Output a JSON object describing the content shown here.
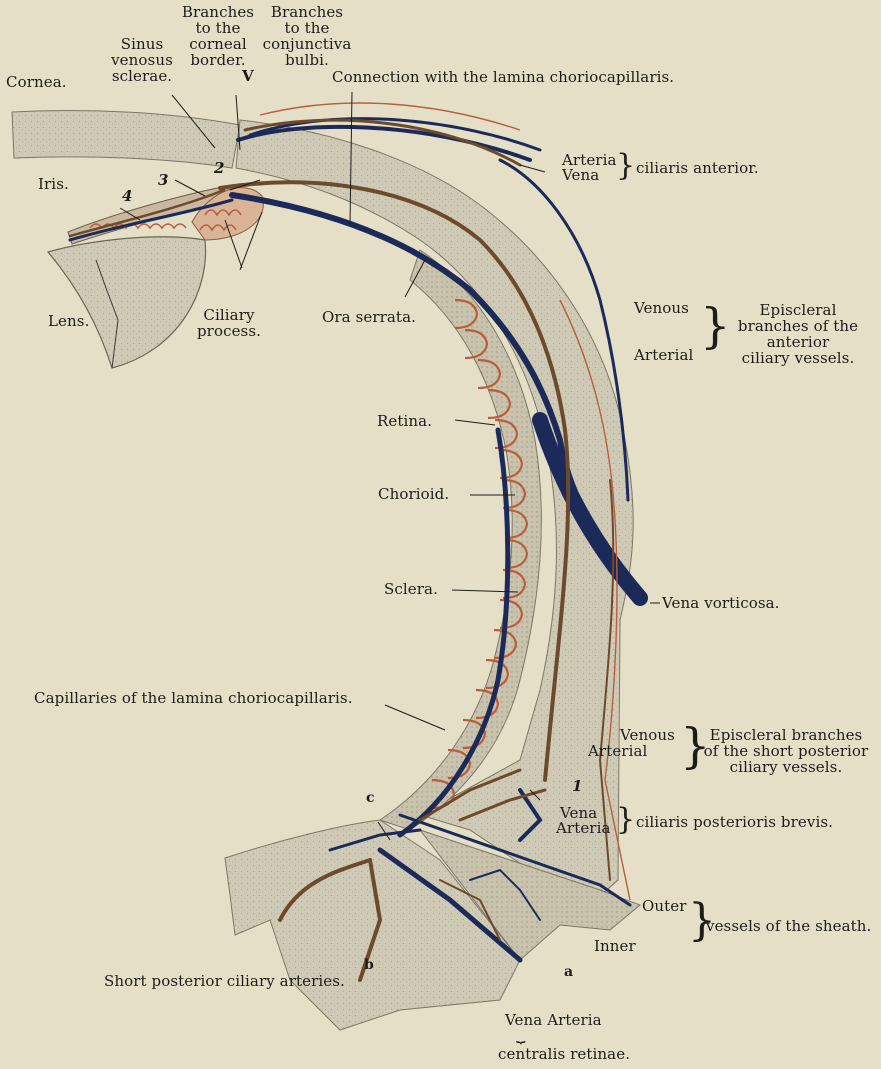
{
  "labels": {
    "branches_corneal": [
      "Branches",
      "to the",
      "corneal",
      "border."
    ],
    "branches_conjunctiva": [
      "Branches",
      "to the",
      "conjunctiva",
      "bulbi."
    ],
    "sinus": [
      "Sinus",
      "venosus",
      "sclerae."
    ],
    "v_mark": "V",
    "cornea": "Cornea.",
    "connection": "Connection with the lamina choriocapillaris.",
    "arteria": "Arteria",
    "vena": "Vena",
    "ciliaris_anterior": "ciliaris anterior.",
    "iris": "Iris.",
    "num_4": "4",
    "num_2": "2",
    "num_3": "3",
    "lens": "Lens.",
    "ciliary_process": [
      "Ciliary",
      "process."
    ],
    "ora_serrata": "Ora serrata.",
    "venous_1": "Venous",
    "arterial_1": "Arterial",
    "episcleral_anterior": [
      "Episcleral",
      "branches of the",
      "anterior",
      "ciliary vessels."
    ],
    "retina": "Retina.",
    "chorioid": "Chorioid.",
    "sclera": "Sclera.",
    "vena_vorticosa": "Vena vorticosa.",
    "capillaries": "Capillaries of the lamina choriocapillaris.",
    "venous_2": "Venous",
    "arterial_2": "Arterial",
    "episcleral_posterior": [
      "Episcleral  branches",
      "of the short posterior",
      "ciliary vessels."
    ],
    "letter_c": "c",
    "num_1": "1",
    "vena_2": "Vena",
    "arteria_2": "Arteria",
    "ciliaris_posterioris": "ciliaris posterioris brevis.",
    "outer": "Outer",
    "inner": "Inner",
    "vessels_sheath": "vessels of the sheath.",
    "letter_b": "b",
    "letter_a": "a",
    "short_posterior": "Short posterior ciliary arteries.",
    "vena_arteria": "Vena Arteria",
    "centralis": "centralis retinae."
  },
  "colors": {
    "background": "#e4dfc6",
    "tissue": "#cfcab6",
    "vein": "#1c2a5a",
    "artery": "#6e4a2c",
    "capillary": "#b85e3e",
    "ink": "#1e1c18"
  }
}
